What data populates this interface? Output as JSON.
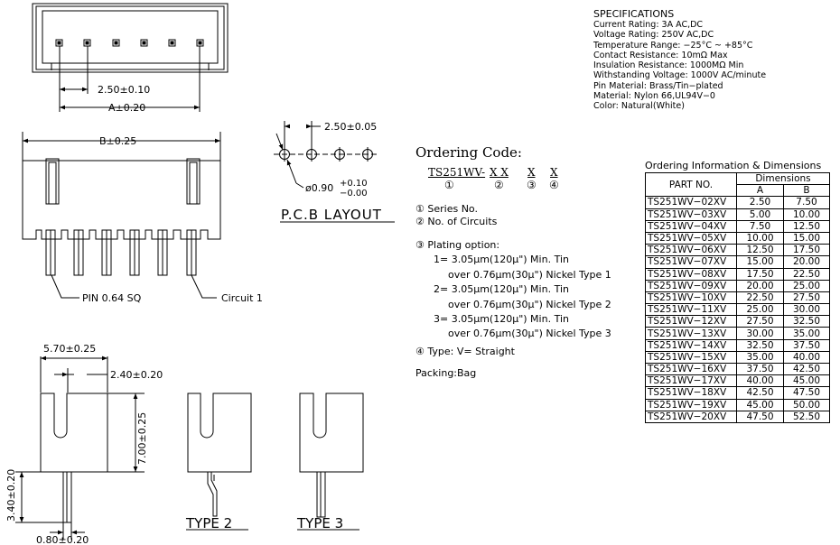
{
  "specifications": {
    "heading": "SPECIFICATIONS",
    "lines": [
      "Current Rating: 3A AC,DC",
      "Voltage Rating: 250V AC,DC",
      "Temperature Range: −25°C ~ +85°C",
      "Contact Resistance: 10mΩ Max",
      "Insulation Resistance: 1000MΩ Min",
      "Withstanding Voltage: 1000V AC/minute",
      "Pin Material: Brass/Tin−plated",
      "Material: Nylon 66,UL94V−0",
      "Color: Natural(White)"
    ]
  },
  "top_view": {
    "dim_pitch": "2.50±0.10",
    "dim_a": "A±0.20"
  },
  "front_view": {
    "dim_b": "B±0.25",
    "label_pin": "PIN 0.64 SQ",
    "label_circuit": "Circuit 1"
  },
  "pcb_layout": {
    "dim_pitch": "2.50±0.05",
    "hole_dia": "ø0.90",
    "tol_plus": "+0.10",
    "tol_minus": "−0.00",
    "title": "P.C.B LAYOUT"
  },
  "side_view": {
    "dim_width": "5.70±0.25",
    "dim_offset": "2.40±0.20",
    "dim_height": "7.00±0.25",
    "dim_pin_len": "3.40±0.20",
    "dim_pin_w": "0.80±0.20",
    "type2": "TYPE 2",
    "type3": "TYPE 3"
  },
  "ordering": {
    "title": "Ordering Code:",
    "code_prefix": "TS251WV-",
    "code_xx": "X X",
    "code_x1": "X",
    "code_x2": "X",
    "circ": [
      "①",
      "②",
      "③",
      "④"
    ],
    "series_no": "Series No.",
    "no_circuits": "No. of Circuits",
    "plating_title": "Plating option:",
    "plating": [
      {
        "a": "1= 3.05μm(120μ\") Min. Tin",
        "b": "over 0.76μm(30μ\") Nickel Type 1"
      },
      {
        "a": "2= 3.05μm(120μ\") Min. Tin",
        "b": "over 0.76μm(30μ\") Nickel Type 2"
      },
      {
        "a": "3= 3.05μm(120μ\") Min. Tin",
        "b": "over 0.76μm(30μ\") Nickel Type 3"
      }
    ],
    "type_line": "Type: V= Straight",
    "packing": "Packing:Bag"
  },
  "table": {
    "title": "Ordering Information & Dimensions",
    "col_part": "PART NO.",
    "col_dims": "Dimensions",
    "col_a": "A",
    "col_b": "B",
    "rows": [
      [
        "TS251WV−02XV",
        "2.50",
        "7.50"
      ],
      [
        "TS251WV−03XV",
        "5.00",
        "10.00"
      ],
      [
        "TS251WV−04XV",
        "7.50",
        "12.50"
      ],
      [
        "TS251WV−05XV",
        "10.00",
        "15.00"
      ],
      [
        "TS251WV−06XV",
        "12.50",
        "17.50"
      ],
      [
        "TS251WV−07XV",
        "15.00",
        "20.00"
      ],
      [
        "TS251WV−08XV",
        "17.50",
        "22.50"
      ],
      [
        "TS251WV−09XV",
        "20.00",
        "25.00"
      ],
      [
        "TS251WV−10XV",
        "22.50",
        "27.50"
      ],
      [
        "TS251WV−11XV",
        "25.00",
        "30.00"
      ],
      [
        "TS251WV−12XV",
        "27.50",
        "32.50"
      ],
      [
        "TS251WV−13XV",
        "30.00",
        "35.00"
      ],
      [
        "TS251WV−14XV",
        "32.50",
        "37.50"
      ],
      [
        "TS251WV−15XV",
        "35.00",
        "40.00"
      ],
      [
        "TS251WV−16XV",
        "37.50",
        "42.50"
      ],
      [
        "TS251WV−17XV",
        "40.00",
        "45.00"
      ],
      [
        "TS251WV−18XV",
        "42.50",
        "47.50"
      ],
      [
        "TS251WV−19XV",
        "45.00",
        "50.00"
      ],
      [
        "TS251WV−20XV",
        "47.50",
        "52.50"
      ]
    ]
  }
}
